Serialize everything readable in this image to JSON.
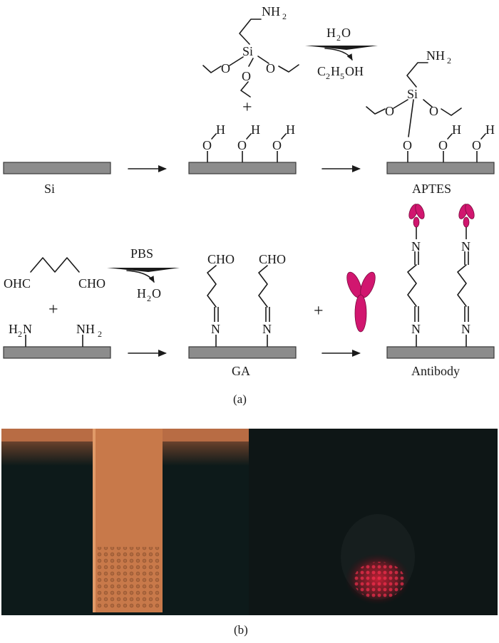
{
  "panel_a": {
    "caption": "(a)",
    "row1": {
      "substrate_label": "Si",
      "reagent": {
        "amine": "NH",
        "amine_sub": "2",
        "si": "Si",
        "oxygen": "O",
        "plus": "+"
      },
      "hydroxyl": {
        "h": "H",
        "o": "O"
      },
      "reaction": {
        "above_main": "H",
        "above_sub": "2",
        "above_tail": "O",
        "below_c1": "C",
        "below_sub1": "2",
        "below_h": "H",
        "below_sub2": "5",
        "below_tail": "OH"
      },
      "product_label": "APTES",
      "product": {
        "amine": "NH",
        "amine_sub": "2",
        "si": "Si",
        "oxygen": "O",
        "h": "H"
      }
    },
    "row2": {
      "reagent": {
        "left": "OHC",
        "right": "CHO",
        "plus": "+"
      },
      "amine_left": {
        "h": "H",
        "sub": "2",
        "n": "N"
      },
      "amine_right": {
        "nh": "NH",
        "sub": "2"
      },
      "reaction": {
        "above": "PBS",
        "below_h": "H",
        "below_sub": "2",
        "below_tail": "O"
      },
      "ga_label": "GA",
      "ga": {
        "cho": "CHO",
        "n": "N"
      },
      "plus": "+",
      "antibody_label": "Antibody",
      "antibody_n": "N"
    }
  },
  "panel_b": {
    "caption": "(b)"
  },
  "colors": {
    "substrate": "#8c8c8c",
    "antibody": "#d1166f",
    "microscope_bg": "#0d1a1a",
    "cantilever": "#c8794a",
    "fluorescence": "#e0203a"
  }
}
